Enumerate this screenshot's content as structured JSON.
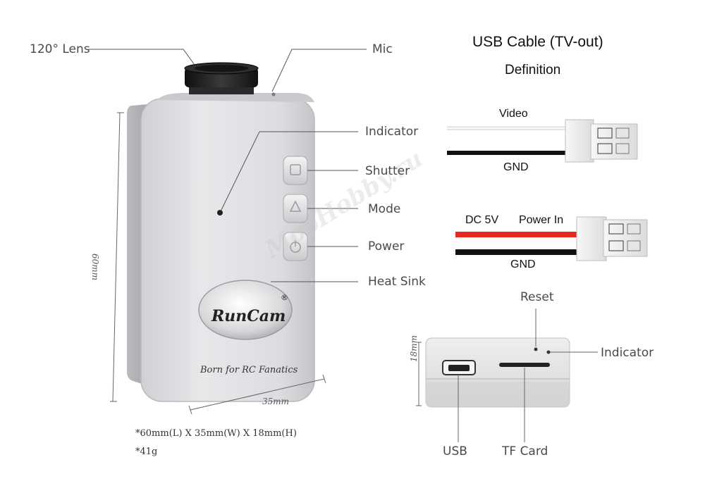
{
  "camera_labels": {
    "lens": "120° Lens",
    "mic": "Mic",
    "indicator": "Indicator",
    "shutter": "Shutter",
    "mode": "Mode",
    "power": "Power",
    "heat_sink": "Heat Sink"
  },
  "brand": {
    "logo_text": "RunCam",
    "registered_mark": "®",
    "slogan": "Born for RC Fanatics"
  },
  "dimensions": {
    "height": "60mm",
    "width": "35mm",
    "depth": "18mm"
  },
  "specs": {
    "size": "*60mm(L) X 35mm(W) X 18mm(H)",
    "weight": "*41g"
  },
  "cable": {
    "title": "USB Cable (TV-out)",
    "subtitle": "Definition",
    "tv_wire_top": "Video",
    "tv_wire_bottom": "GND",
    "power_wire_left": "DC 5V",
    "power_wire_right": "Power In",
    "power_wire_bottom": "GND"
  },
  "side_view_labels": {
    "reset": "Reset",
    "indicator": "Indicator",
    "usb": "USB",
    "tf_card": "TF Card"
  },
  "watermark": "MooHobby.ru",
  "colors": {
    "wire_red": "#e8281e",
    "wire_black": "#111111",
    "body_silver": "#d9dadc",
    "lens_black": "#1c1c1c"
  }
}
